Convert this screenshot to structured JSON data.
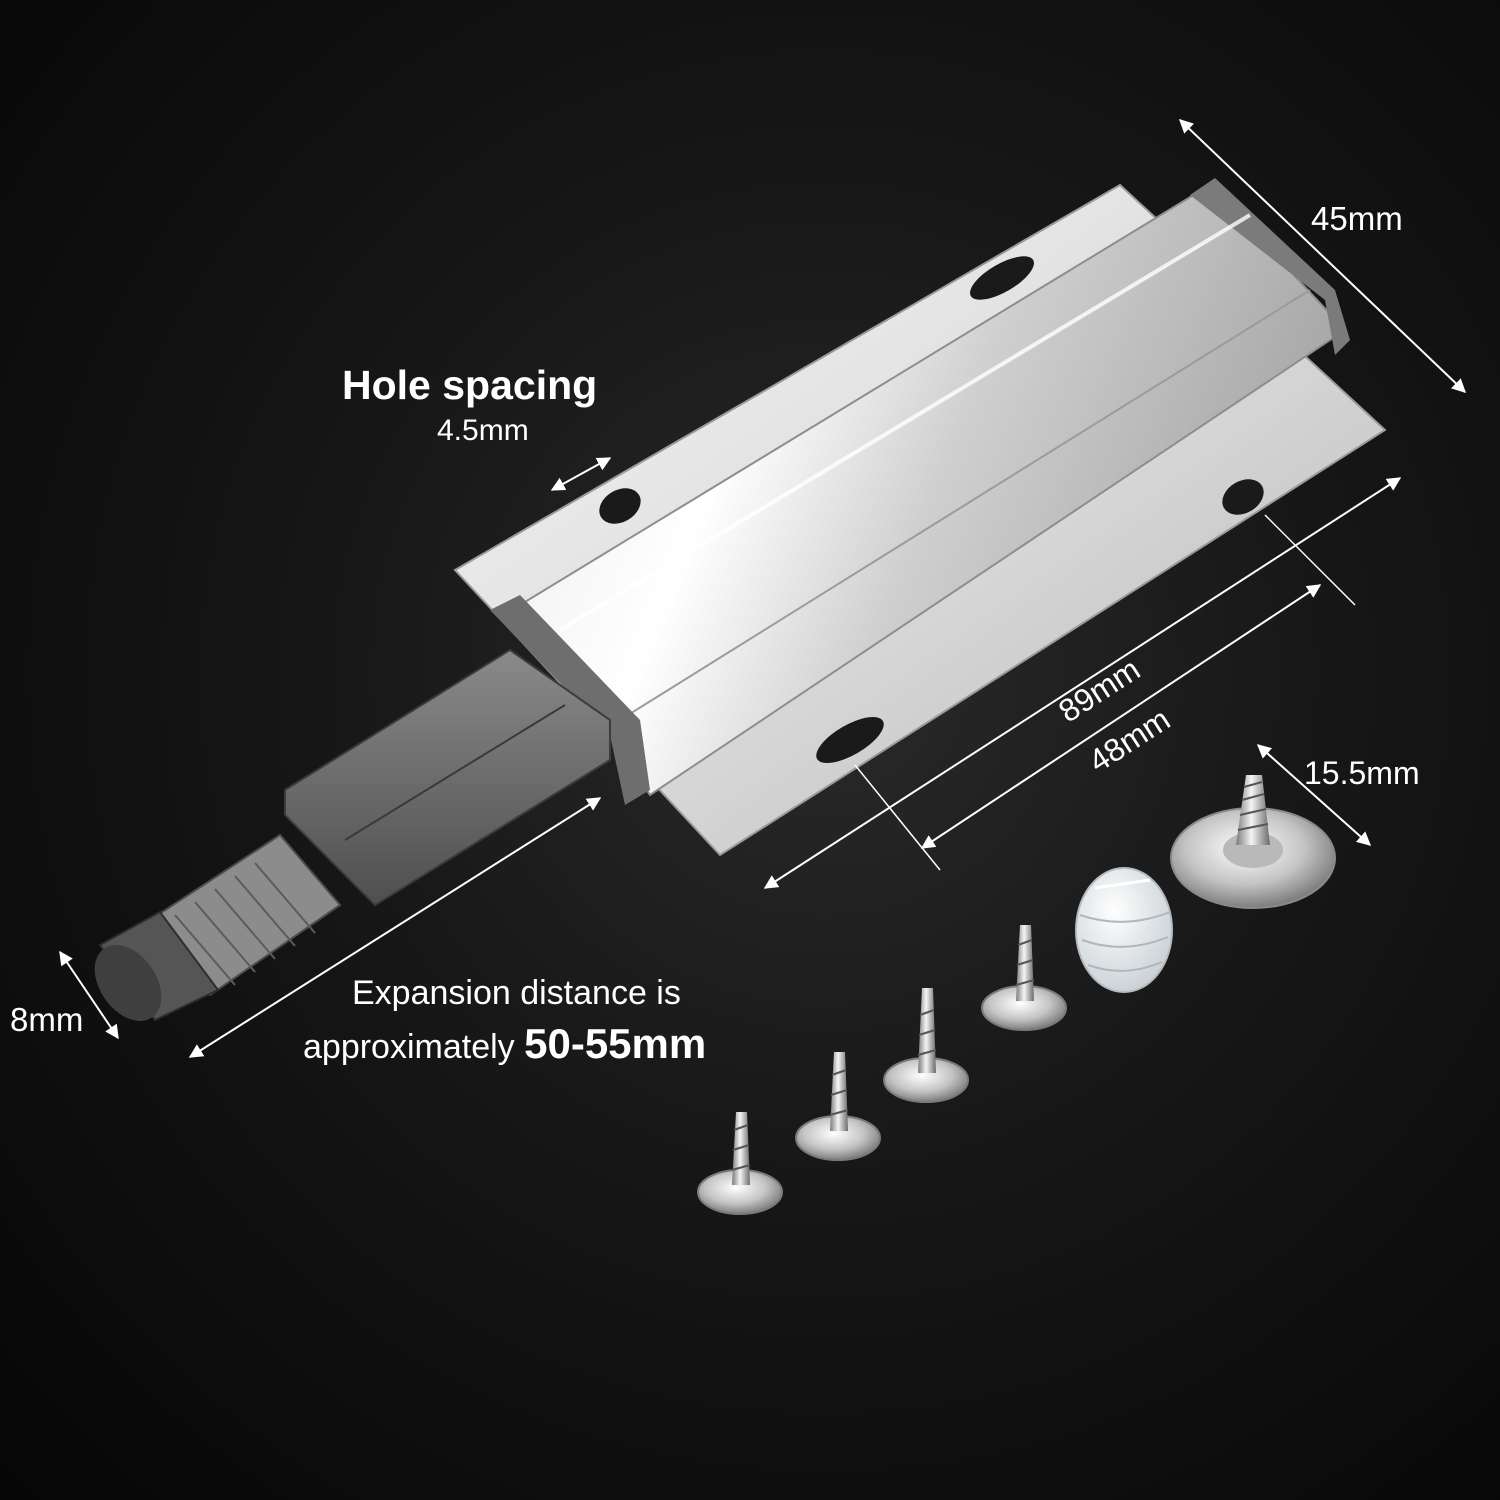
{
  "labels": {
    "hole_spacing_title": "Hole spacing",
    "hole_spacing_value": "4.5mm",
    "width": "45mm",
    "length_total": "89mm",
    "length_holes": "48mm",
    "washer_diameter": "15.5mm",
    "plunger_diameter": "8mm",
    "expansion_line1": "Expansion distance is",
    "expansion_line2_prefix": "approximately ",
    "expansion_line2_value": "50-55mm"
  },
  "colors": {
    "background": "#0b0b0b",
    "metal_light": "#f2f2f2",
    "metal_mid": "#c9c9c9",
    "metal_dark": "#8e8e8e",
    "plastic_grey": "#6f6f6f",
    "plastic_dark": "#4d4d4d",
    "nylon": "#e8ecef",
    "text": "#ffffff"
  }
}
